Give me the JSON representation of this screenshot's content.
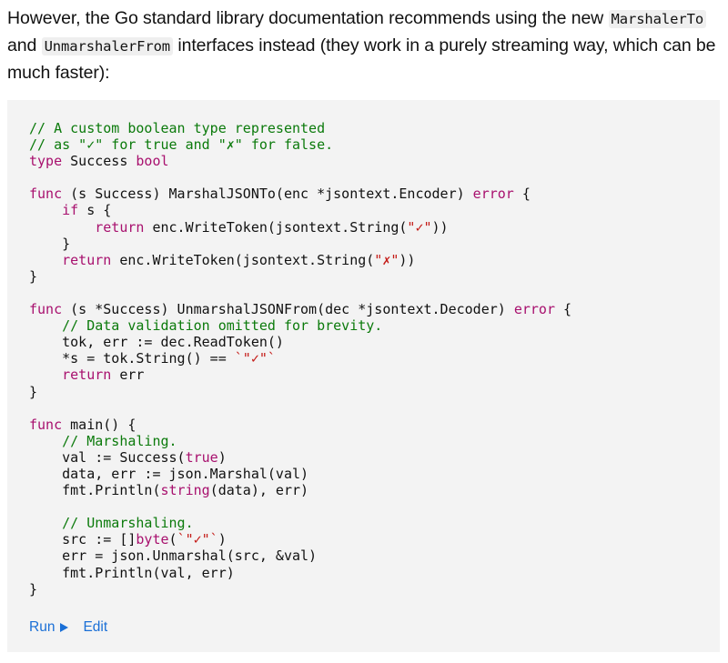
{
  "intro": {
    "part1": "However, the Go standard library documentation recommends using the new ",
    "code1": "MarshalerTo",
    "part2": " and ",
    "code2": "UnmarshalerFrom",
    "part3": " interfaces instead (they work in a purely streaming way, which can be much faster):"
  },
  "code_lines": [
    [
      {
        "t": "// A custom boolean type represented",
        "c": "cm"
      }
    ],
    [
      {
        "t": "// as \"✓\" for true and \"✗\" for false.",
        "c": "cm"
      }
    ],
    [
      {
        "t": "type",
        "c": "kw"
      },
      {
        "t": " Success "
      },
      {
        "t": "bool",
        "c": "kw"
      }
    ],
    [],
    [
      {
        "t": "func",
        "c": "kw"
      },
      {
        "t": " (s Success) MarshalJSONTo(enc *jsontext.Encoder) "
      },
      {
        "t": "error",
        "c": "kw"
      },
      {
        "t": " {"
      }
    ],
    [
      {
        "t": "    "
      },
      {
        "t": "if",
        "c": "kw"
      },
      {
        "t": " s {"
      }
    ],
    [
      {
        "t": "        "
      },
      {
        "t": "return",
        "c": "kw"
      },
      {
        "t": " enc.WriteToken(jsontext.String("
      },
      {
        "t": "\"✓\"",
        "c": "st"
      },
      {
        "t": "))"
      }
    ],
    [
      {
        "t": "    }"
      }
    ],
    [
      {
        "t": "    "
      },
      {
        "t": "return",
        "c": "kw"
      },
      {
        "t": " enc.WriteToken(jsontext.String("
      },
      {
        "t": "\"✗\"",
        "c": "st"
      },
      {
        "t": "))"
      }
    ],
    [
      {
        "t": "}"
      }
    ],
    [],
    [
      {
        "t": "func",
        "c": "kw"
      },
      {
        "t": " (s *Success) UnmarshalJSONFrom(dec *jsontext.Decoder) "
      },
      {
        "t": "error",
        "c": "kw"
      },
      {
        "t": " {"
      }
    ],
    [
      {
        "t": "    "
      },
      {
        "t": "// Data validation omitted for brevity.",
        "c": "cm"
      }
    ],
    [
      {
        "t": "    tok, err := dec.ReadToken()"
      }
    ],
    [
      {
        "t": "    *s = tok.String() == "
      },
      {
        "t": "`\"✓\"`",
        "c": "st"
      }
    ],
    [
      {
        "t": "    "
      },
      {
        "t": "return",
        "c": "kw"
      },
      {
        "t": " err"
      }
    ],
    [
      {
        "t": "}"
      }
    ],
    [],
    [
      {
        "t": "func",
        "c": "kw"
      },
      {
        "t": " main() {"
      }
    ],
    [
      {
        "t": "    "
      },
      {
        "t": "// Marshaling.",
        "c": "cm"
      }
    ],
    [
      {
        "t": "    val := Success("
      },
      {
        "t": "true",
        "c": "kw"
      },
      {
        "t": ")"
      }
    ],
    [
      {
        "t": "    data, err := json.Marshal(val)"
      }
    ],
    [
      {
        "t": "    fmt.Println("
      },
      {
        "t": "string",
        "c": "kw"
      },
      {
        "t": "(data), err)"
      }
    ],
    [],
    [
      {
        "t": "    "
      },
      {
        "t": "// Unmarshaling.",
        "c": "cm"
      }
    ],
    [
      {
        "t": "    src := []"
      },
      {
        "t": "byte",
        "c": "kw"
      },
      {
        "t": "("
      },
      {
        "t": "`\"✓\"`",
        "c": "st"
      },
      {
        "t": ")"
      }
    ],
    [
      {
        "t": "    err = json.Unmarshal(src, &val)"
      }
    ],
    [
      {
        "t": "    fmt.Println(val, err)"
      }
    ],
    [
      {
        "t": "}"
      }
    ]
  ],
  "actions": {
    "run_label": "Run",
    "run_icon": "play-icon",
    "edit_label": "Edit",
    "link_color": "#1a6fd6"
  },
  "colors": {
    "keyword": "#a8106e",
    "comment": "#0b7a0b",
    "string": "#c41a16",
    "code_background": "#f3f3f3"
  }
}
